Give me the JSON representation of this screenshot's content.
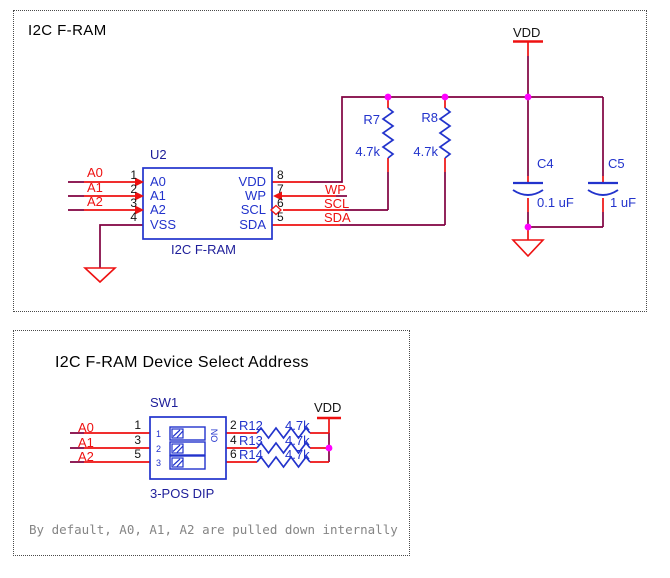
{
  "section1": {
    "title": "I2C F-RAM",
    "vdd_label": "VDD",
    "chip": {
      "refdes": "U2",
      "caption": "I2C F-RAM",
      "left_pins": [
        {
          "num": "1",
          "name": "A0",
          "net": "A0"
        },
        {
          "num": "2",
          "name": "A1",
          "net": "A1"
        },
        {
          "num": "3",
          "name": "A2",
          "net": "A2"
        },
        {
          "num": "4",
          "name": "VSS"
        }
      ],
      "right_pins": [
        {
          "num": "8",
          "name": "VDD"
        },
        {
          "num": "7",
          "name": "WP",
          "net": "WP"
        },
        {
          "num": "6",
          "name": "SCL",
          "net": "SCL"
        },
        {
          "num": "5",
          "name": "SDA",
          "net": "SDA"
        }
      ]
    },
    "resistors": [
      {
        "refdes": "R7",
        "value": "4.7k"
      },
      {
        "refdes": "R8",
        "value": "4.7k"
      }
    ],
    "capacitors": [
      {
        "refdes": "C4",
        "value": "0.1 uF"
      },
      {
        "refdes": "C5",
        "value": "1 uF"
      }
    ]
  },
  "section2": {
    "title": "I2C F-RAM Device Select Address",
    "vdd_label": "VDD",
    "switch": {
      "refdes": "SW1",
      "caption": "3-POS DIP",
      "on_label": "ON",
      "positions": [
        "1",
        "2",
        "3"
      ]
    },
    "rows": [
      {
        "net": "A0",
        "left_pin": "1",
        "right_pin": "2",
        "refdes": "R12",
        "value": "4.7k"
      },
      {
        "net": "A1",
        "left_pin": "3",
        "right_pin": "4",
        "refdes": "R13",
        "value": "4.7k"
      },
      {
        "net": "A2",
        "left_pin": "5",
        "right_pin": "6",
        "refdes": "R14",
        "value": "4.7k"
      }
    ],
    "note": "By default, A0, A1, A2 are pulled down internally"
  }
}
